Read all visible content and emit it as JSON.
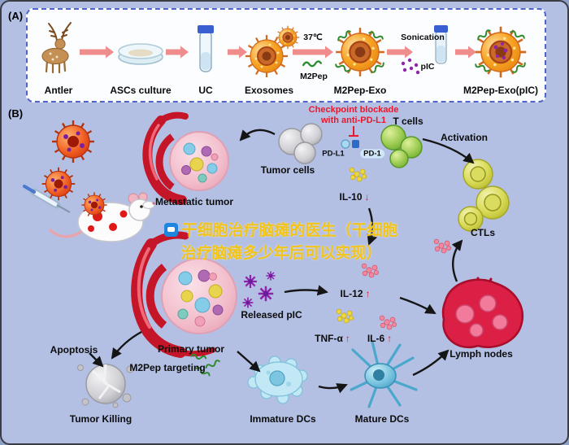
{
  "colors": {
    "background": "#b3c0e4",
    "panel_border": "#4f63c8",
    "accent_red": "#e8192c",
    "vessel_red": "#c51528",
    "exosome_orange": "#f7a525",
    "pic_purple": "#8e24aa",
    "watermark_yellow": "#f2c318"
  },
  "panel_a": {
    "label": "(A)",
    "steps": [
      "Antler",
      "ASCs culture",
      "UC",
      "Exosomes",
      "M2Pep-Exo",
      "M2Pep-Exo(pIC)"
    ],
    "annotations": {
      "temperature": "37℃",
      "m2pep": "M2Pep",
      "sonication": "Sonication",
      "pic": "pIC"
    }
  },
  "panel_b": {
    "label": "(B)",
    "checkpoint": {
      "line1": "Checkpoint blockade",
      "line2": "with anti-PD-L1"
    },
    "labels": {
      "t_cells": "T cells",
      "activation": "Activation",
      "tumor_cells": "Tumor cells",
      "pd_l1": "PD-L1",
      "pd_1": "PD-1",
      "il10": "IL-10",
      "ctls": "CTLs",
      "metastatic_tumor": "Metastatic tumor",
      "il12": "IL-12",
      "released_pic": "Released pIC",
      "tnf_alpha": "TNF-α",
      "il6": "IL-6",
      "lymph_nodes": "Lymph nodes",
      "apoptosis": "Apoptosis",
      "primary_tumor": "Primary tumor",
      "m2pep_targeting": "M2Pep targeting",
      "tumor_killing": "Tumor Killing",
      "immature_dcs": "Immature DCs",
      "mature_dcs": "Mature DCs"
    },
    "symbols": {
      "up_arrow": "↑",
      "down_arrow": "↓"
    }
  },
  "watermark": {
    "text": "干细胞治疗脑瘫的医生（干细胞治疗脑瘫多少年后可以实现）"
  }
}
